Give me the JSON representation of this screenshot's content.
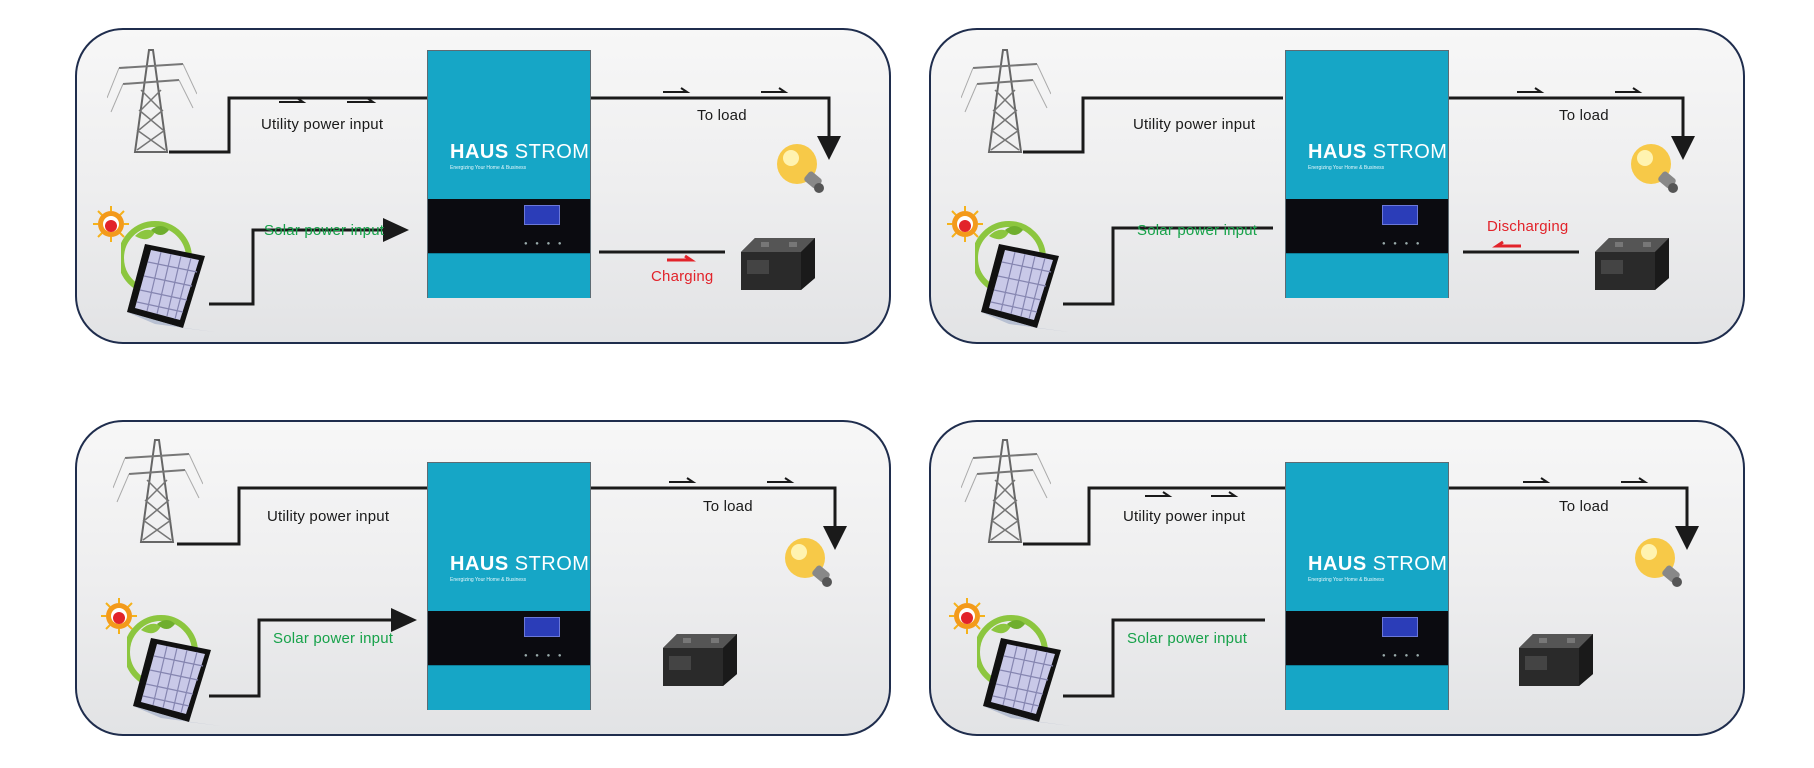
{
  "colors": {
    "panel_border": "#1f2d4d",
    "inverter_teal": "#16a6c6",
    "solar_text": "#17a24a",
    "battery_text": "#e2232a",
    "wire": "#1a1a1a"
  },
  "inverter": {
    "brand_left": "HAUS",
    "brand_right": "STROM",
    "tagline": "Energizing Your Home & Business"
  },
  "panels": [
    {
      "utility_label": "Utility power input",
      "load_label": "To load",
      "solar_label": "Solar power input",
      "battery_label": "Charging"
    },
    {
      "utility_label": "Utility power input",
      "load_label": "To load",
      "solar_label": "Solar power input",
      "battery_label": "Discharging"
    },
    {
      "utility_label": "Utility power input",
      "load_label": "To load",
      "solar_label": "Solar power input"
    },
    {
      "utility_label": "Utility power input",
      "load_label": "To load",
      "solar_label": "Solar power input"
    }
  ],
  "icons": [
    "power-tower-icon",
    "sun-icon",
    "solar-panel-icon",
    "light-bulb-icon",
    "battery-icon"
  ]
}
